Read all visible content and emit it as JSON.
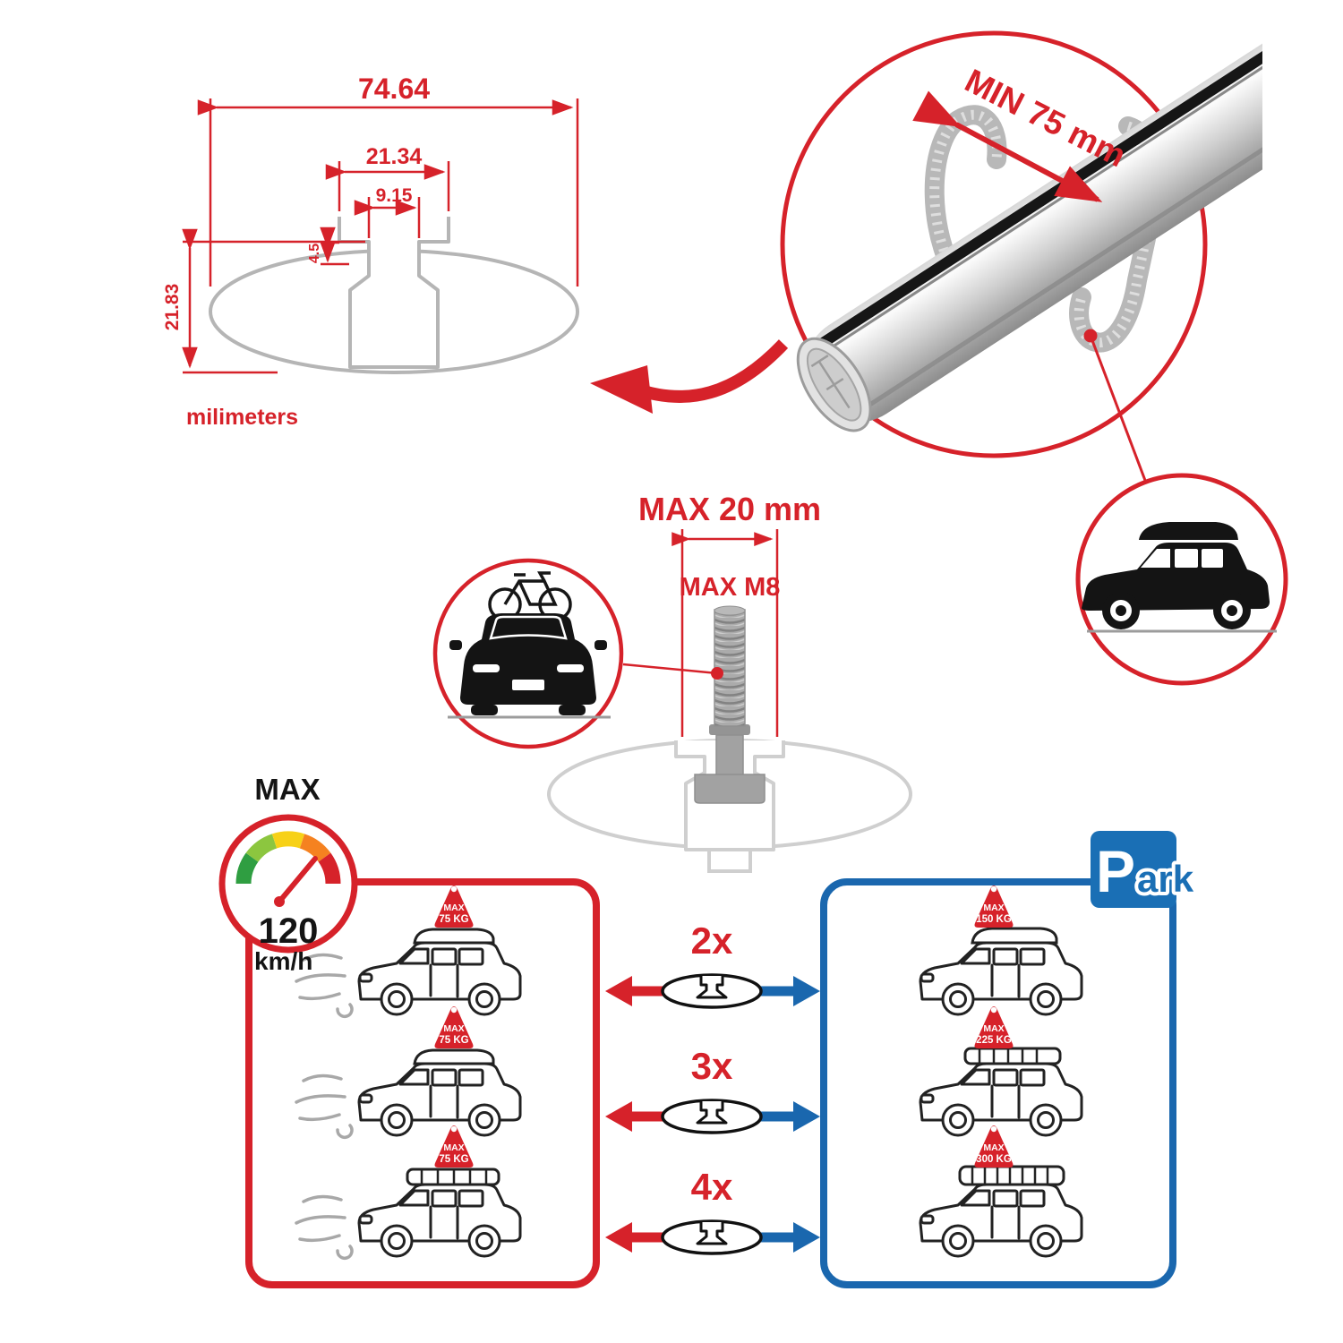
{
  "colors": {
    "red": "#d6222a",
    "blue": "#1a67ae",
    "gray": "#b5b5b5",
    "black": "#141414"
  },
  "profile_diagram": {
    "dim_total_width": "74.64",
    "dim_slot_outer": "21.34",
    "dim_slot_inner": "9.15",
    "dim_step": "4.5",
    "dim_height": "21.83",
    "units_label": "milimeters"
  },
  "bar_view": {
    "min_span_label": "MIN 75 mm"
  },
  "bolt_view": {
    "max_width_label": "MAX 20 mm",
    "max_thread_label": "MAX M8"
  },
  "speed_limit": {
    "label": "MAX",
    "value": "120",
    "units": "km/h"
  },
  "park_sign": {
    "letter": "P",
    "suffix": "ark"
  },
  "load_rows": [
    {
      "multiplier": "2x",
      "driving_tag": {
        "line1": "MAX",
        "line2": "75 KG"
      },
      "parked_tag": {
        "line1": "MAX",
        "line2": "150 KG"
      }
    },
    {
      "multiplier": "3x",
      "driving_tag": {
        "line1": "MAX",
        "line2": "75 KG"
      },
      "parked_tag": {
        "line1": "MAX",
        "line2": "225 KG"
      }
    },
    {
      "multiplier": "4x",
      "driving_tag": {
        "line1": "MAX",
        "line2": "75 KG"
      },
      "parked_tag": {
        "line1": "MAX",
        "line2": "300 KG"
      }
    }
  ]
}
